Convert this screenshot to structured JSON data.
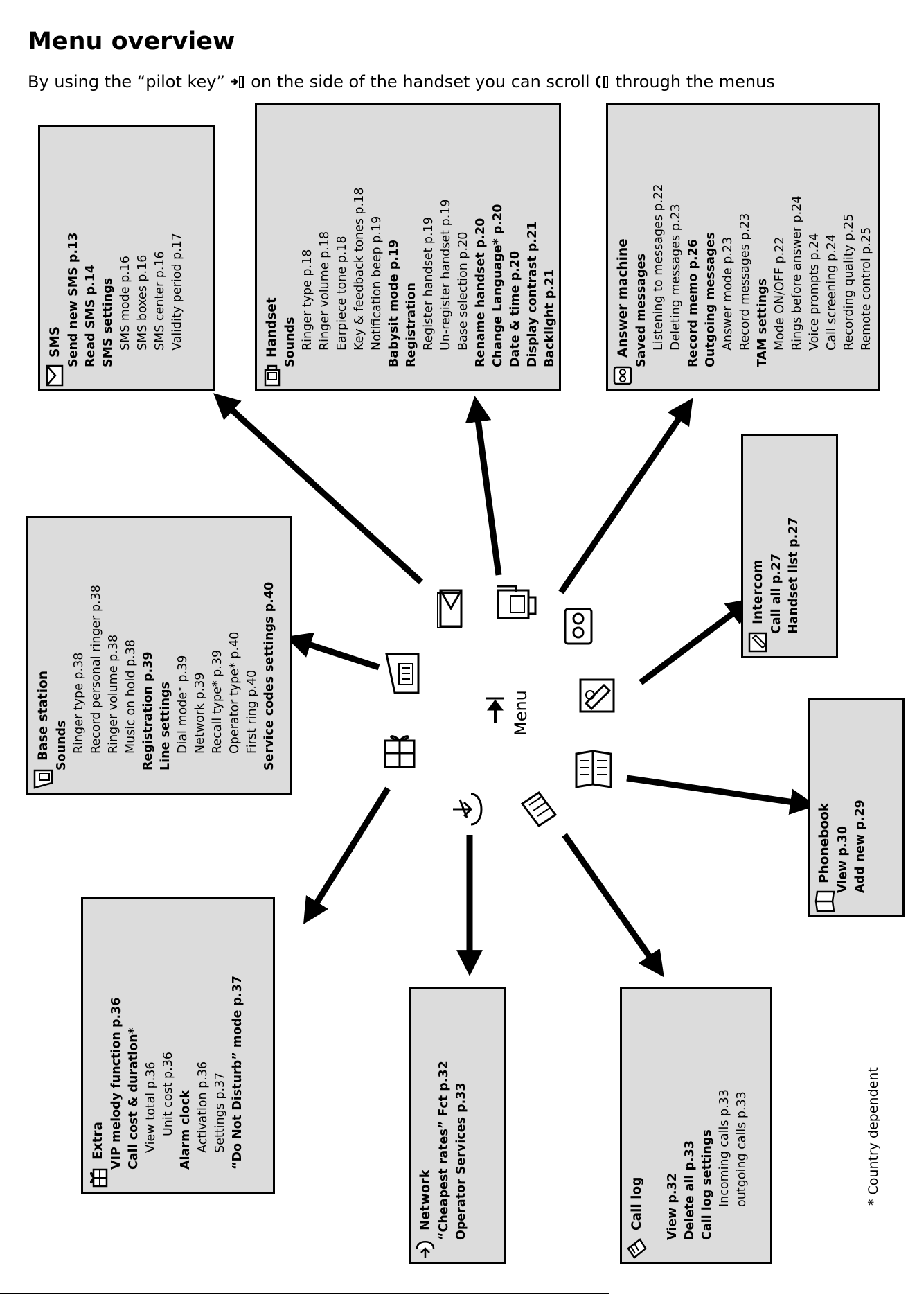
{
  "title": "Menu overview",
  "subtitle": {
    "before": "By using the “pilot key” ",
    "middle": " on the side of the handset you can scroll ",
    "after": " through the menus"
  },
  "center_label": "Menu",
  "footnote": "* Country dependent",
  "boxes": {
    "sms": {
      "heading": "SMS",
      "items": [
        {
          "text": "Send new SMS p.13",
          "level": 1,
          "bold": true
        },
        {
          "text": "Read SMS p.14",
          "level": 1,
          "bold": true
        },
        {
          "text": "SMS settings",
          "level": 1,
          "bold": true
        },
        {
          "text": "SMS mode p.16",
          "level": 2,
          "bold": false
        },
        {
          "text": "SMS boxes p.16",
          "level": 2,
          "bold": false
        },
        {
          "text": "SMS center p.16",
          "level": 2,
          "bold": false
        },
        {
          "text": "Validity period p.17",
          "level": 2,
          "bold": false
        }
      ]
    },
    "handset": {
      "heading": "Handset",
      "items": [
        {
          "text": "Sounds",
          "level": 1,
          "bold": true
        },
        {
          "text": "Ringer type p.18",
          "level": 2,
          "bold": false
        },
        {
          "text": "Ringer volume p.18",
          "level": 2,
          "bold": false
        },
        {
          "text": "Earpiece tone p.18",
          "level": 2,
          "bold": false
        },
        {
          "text": "Key & feedback tones p.18",
          "level": 2,
          "bold": false
        },
        {
          "text": "Notification beep p.19",
          "level": 2,
          "bold": false
        },
        {
          "text": "Babysit mode p.19",
          "level": 1,
          "bold": true
        },
        {
          "text": "Registration",
          "level": 1,
          "bold": true
        },
        {
          "text": "Register handset p.19",
          "level": 2,
          "bold": false
        },
        {
          "text": "Un-register handset p.19",
          "level": 2,
          "bold": false
        },
        {
          "text": "Base selection p.20",
          "level": 2,
          "bold": false
        },
        {
          "text": "Rename handset p.20",
          "level": 1,
          "bold": true
        },
        {
          "text": "Change Language* p.20",
          "level": 1,
          "bold": true
        },
        {
          "text": "Date & time p.20",
          "level": 1,
          "bold": true
        },
        {
          "text": "Display contrast p.21",
          "level": 1,
          "bold": true
        },
        {
          "text": "Backlight p.21",
          "level": 1,
          "bold": true
        }
      ]
    },
    "answer": {
      "heading": "Answer machine",
      "items": [
        {
          "text": "Saved messages",
          "level": 1,
          "bold": true
        },
        {
          "text": "Listening to messages p.22",
          "level": 2,
          "bold": false
        },
        {
          "text": "Deleting messages p.23",
          "level": 2,
          "bold": false
        },
        {
          "text": "Record memo p.26",
          "level": 1,
          "bold": true
        },
        {
          "text": "Outgoing messages",
          "level": 1,
          "bold": true
        },
        {
          "text": "Answer mode p.23",
          "level": 2,
          "bold": false
        },
        {
          "text": "Record messages p.23",
          "level": 2,
          "bold": false
        },
        {
          "text": "TAM settings",
          "level": 1,
          "bold": true
        },
        {
          "text": "Mode ON/OFF p.22",
          "level": 2,
          "bold": false
        },
        {
          "text": "Rings before answer p.24",
          "level": 2,
          "bold": false
        },
        {
          "text": "Voice prompts p.24",
          "level": 2,
          "bold": false
        },
        {
          "text": "Call screening p.24",
          "level": 2,
          "bold": false
        },
        {
          "text": "Recording quality p.25",
          "level": 2,
          "bold": false
        },
        {
          "text": "Remote control p.25",
          "level": 2,
          "bold": false
        }
      ]
    },
    "intercom": {
      "heading": "Intercom",
      "items": [
        {
          "text": "Call all p.27",
          "level": 1,
          "bold": true
        },
        {
          "text": "Handset list p.27",
          "level": 1,
          "bold": true
        }
      ]
    },
    "base": {
      "heading": "Base station",
      "items": [
        {
          "text": "Sounds",
          "level": 1,
          "bold": true
        },
        {
          "text": "Ringer type p.38",
          "level": 2,
          "bold": false
        },
        {
          "text": "Record personal ringer p.38",
          "level": 2,
          "bold": false
        },
        {
          "text": "Ringer volume p.38",
          "level": 2,
          "bold": false
        },
        {
          "text": "Music on hold p.38",
          "level": 2,
          "bold": false
        },
        {
          "text": "Registration p.39",
          "level": 1,
          "bold": true
        },
        {
          "text": "Line settings",
          "level": 1,
          "bold": true
        },
        {
          "text": "Dial mode*  p.39",
          "level": 2,
          "bold": false
        },
        {
          "text": "Network p.39",
          "level": 2,
          "bold": false
        },
        {
          "text": "Recall type*  p.39",
          "level": 2,
          "bold": false
        },
        {
          "text": "Operator type* p.40",
          "level": 2,
          "bold": false
        },
        {
          "text": "First ring p.40",
          "level": 2,
          "bold": false
        },
        {
          "text": "Service codes settings p.40",
          "level": 1,
          "bold": true
        }
      ]
    },
    "phonebook": {
      "heading": "Phonebook",
      "items": [
        {
          "text": "View p.30",
          "level": 1,
          "bold": true
        },
        {
          "text": "Add new p.29",
          "level": 1,
          "bold": true
        }
      ]
    },
    "extra": {
      "heading": "Extra",
      "items": [
        {
          "text": "VIP melody function p.36",
          "level": 1,
          "bold": true
        },
        {
          "text": "Call cost & duration*",
          "level": 1,
          "bold": true
        },
        {
          "text": "View total p.36",
          "level": 2,
          "bold": false
        },
        {
          "text": "Unit cost p.36",
          "level": 3,
          "bold": false
        },
        {
          "text": "Alarm clock",
          "level": 1,
          "bold": true
        },
        {
          "text": "Activation p.36",
          "level": 2,
          "bold": false
        },
        {
          "text": "Settings p.37",
          "level": 2,
          "bold": false
        },
        {
          "text": "“Do Not Disturb” mode p.37",
          "level": 1,
          "bold": true
        }
      ]
    },
    "network": {
      "heading": "Network",
      "items": [
        {
          "text": "“Cheapest rates” Fct p.32",
          "level": 1,
          "bold": true
        },
        {
          "text": "Operator Services p.33",
          "level": 1,
          "bold": true
        }
      ]
    },
    "calllog": {
      "heading": "Call log",
      "items": [
        {
          "text": "",
          "level": 1,
          "bold": false
        },
        {
          "text": "View p.32",
          "level": 1,
          "bold": true
        },
        {
          "text": "Delete all p.33",
          "level": 1,
          "bold": true
        },
        {
          "text": "Call log settings",
          "level": 1,
          "bold": true
        },
        {
          "text": "Incoming calls p.33",
          "level": 3,
          "bold": false
        },
        {
          "text": "outgoing calls p.33",
          "level": 3,
          "bold": false
        }
      ]
    }
  }
}
